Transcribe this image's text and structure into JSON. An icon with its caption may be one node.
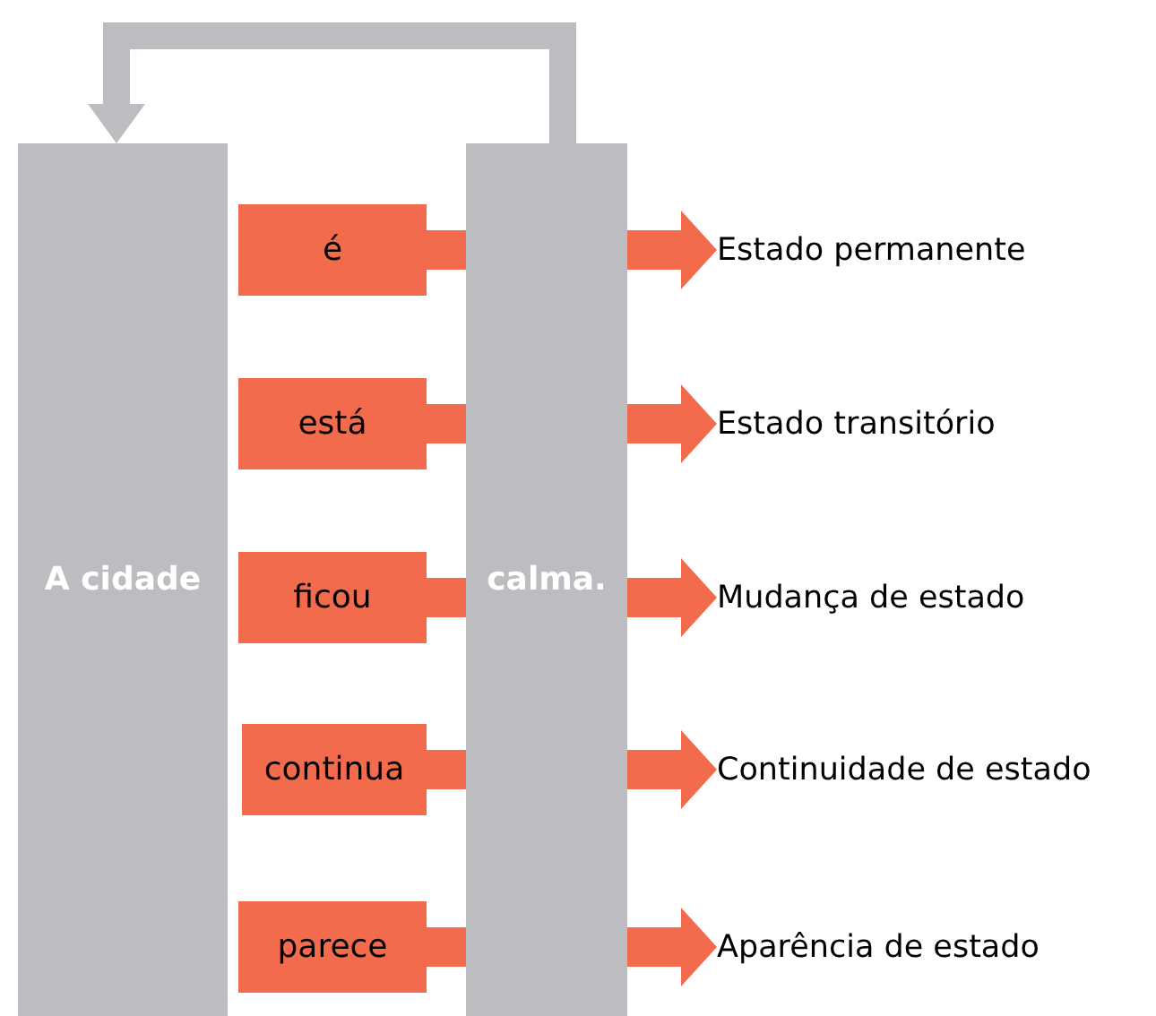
{
  "diagram": {
    "nodes": [
      {
        "text": [
          "A cidade"
        ]
      },
      {
        "text": [
          "calma."
        ]
      },
      {
        "text": [
          "é"
        ]
      },
      {
        "text": [
          "está"
        ]
      },
      {
        "text": [
          "ficou"
        ]
      },
      {
        "text": [
          "continua"
        ]
      },
      {
        "text": [
          "parece"
        ]
      },
      {
        "text": [
          "Estado permanente"
        ]
      },
      {
        "text": [
          "Estado transitório"
        ]
      },
      {
        "text": [
          "Mudança de estado"
        ]
      },
      {
        "text": [
          "Continuidade de estado"
        ]
      },
      {
        "text": [
          "Aparência de estado"
        ]
      }
    ],
    "edges": [
      {
        "from": 1,
        "to": 0,
        "arrow": "to",
        "color": "#bcbdc0"
      },
      {
        "from": 2,
        "to": 1,
        "arrow": "none"
      },
      {
        "from": 3,
        "to": 1,
        "arrow": "none"
      },
      {
        "from": 4,
        "to": 1,
        "arrow": "none"
      },
      {
        "from": 5,
        "to": 1,
        "arrow": "none"
      },
      {
        "from": 6,
        "to": 1,
        "arrow": "none"
      },
      {
        "from": 1,
        "to": 7,
        "arrow": "to"
      },
      {
        "from": 1,
        "to": 8,
        "arrow": "to"
      },
      {
        "from": 1,
        "to": 9,
        "arrow": "to"
      },
      {
        "from": 1,
        "to": 10,
        "arrow": "to"
      },
      {
        "from": 1,
        "to": 11,
        "arrow": "to"
      }
    ]
  }
}
